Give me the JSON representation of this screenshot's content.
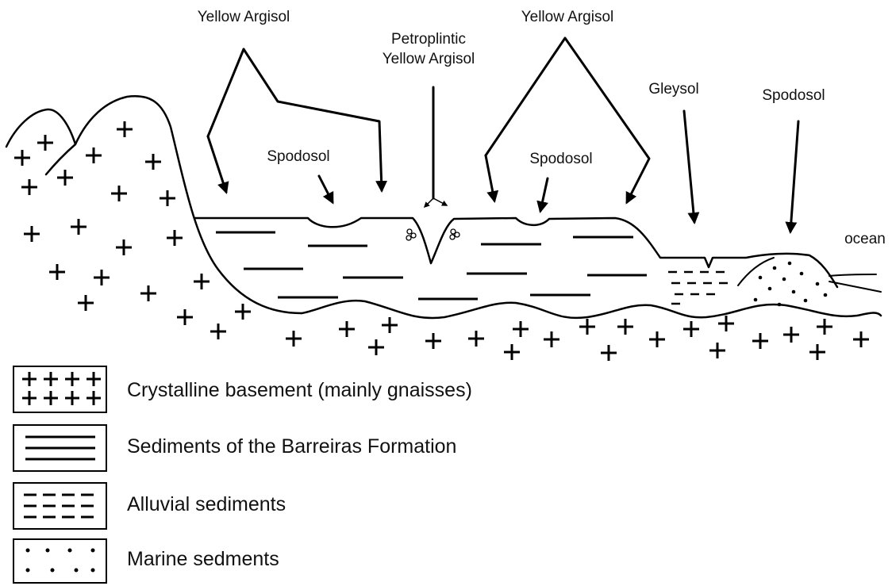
{
  "labels": {
    "yellow_argisol_left": "Yellow Argisol",
    "petroplintic_line1": "Petroplintic",
    "petroplintic_line2": "Yellow Argisol",
    "yellow_argisol_right": "Yellow Argisol",
    "spodosol_left": "Spodosol",
    "spodosol_middle": "Spodosol",
    "gleysol": "Gleysol",
    "spodosol_right": "Spodosol",
    "ocean": "ocean"
  },
  "legend": [
    {
      "pattern": "crosses",
      "label": "Crystalline basement (mainly gnaisses)"
    },
    {
      "pattern": "solid-lines",
      "label": "Sediments of the Barreiras Formation"
    },
    {
      "pattern": "dashed-lines",
      "label": "Alluvial sediments"
    },
    {
      "pattern": "dots",
      "label": "Marine sedments"
    }
  ],
  "colors": {
    "ink": "#000000",
    "background": "#ffffff"
  }
}
